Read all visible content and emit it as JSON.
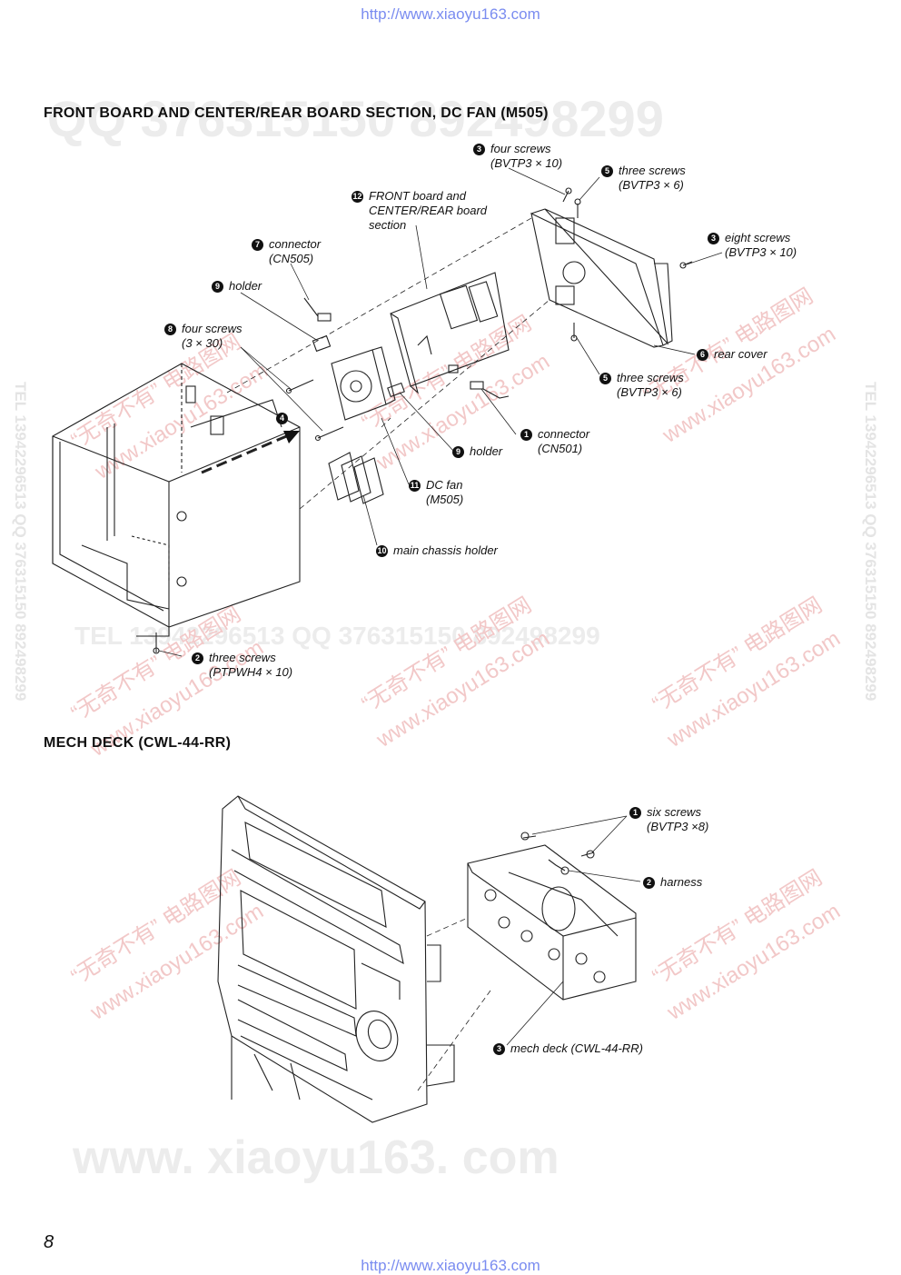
{
  "header_url": "http://www.xiaoyu163.com",
  "footer_url": "http://www.xiaoyu163.com",
  "page_number": "8",
  "sections": {
    "front_board": {
      "title": "FRONT  BOARD  AND  CENTER/REAR  BOARD  SECTION,  DC  FAN (M505)",
      "callouts": {
        "c3a": {
          "num": "3",
          "line1": "four screws",
          "line2": "(BVTP3 × 10)"
        },
        "c5a": {
          "num": "5",
          "line1": "three screws",
          "line2": "(BVTP3 × 6)"
        },
        "c12": {
          "num": "12",
          "line1": "FRONT board and",
          "line2": "CENTER/REAR board",
          "line3": "section"
        },
        "c3b": {
          "num": "3",
          "line1": "eight screws",
          "line2": "(BVTP3 × 10)"
        },
        "c7": {
          "num": "7",
          "line1": "connector",
          "line2": "(CN505)"
        },
        "c9a": {
          "num": "9",
          "line1": "holder"
        },
        "c8": {
          "num": "8",
          "line1": "four screws",
          "line2": "(3 × 30)"
        },
        "c6": {
          "num": "6",
          "line1": "rear cover"
        },
        "c5b": {
          "num": "5",
          "line1": "three screws",
          "line2": "(BVTP3 × 6)"
        },
        "c4": {
          "num": "4"
        },
        "c1": {
          "num": "1",
          "line1": "connector",
          "line2": "(CN501)"
        },
        "c9b": {
          "num": "9",
          "line1": "holder"
        },
        "c11": {
          "num": "11",
          "line1": "DC fan",
          "line2": "(M505)"
        },
        "c10": {
          "num": "10",
          "line1": "main chassis holder"
        },
        "c2": {
          "num": "2",
          "line1": "three screws",
          "line2": "(PTPWH4 × 10)"
        }
      }
    },
    "mech_deck": {
      "title": "MECH  DECK (CWL-44-RR)",
      "callouts": {
        "d1": {
          "num": "1",
          "line1": "six screws",
          "line2": "(BVTP3 ×8)"
        },
        "d2": {
          "num": "2",
          "line1": "harness"
        },
        "d3": {
          "num": "3",
          "line1": "mech deck (CWL-44-RR)"
        }
      }
    }
  },
  "watermarks": {
    "qq": "QQ 376315150   892498299",
    "tel_row": "TEL 13942296513   QQ 376315150   892498299",
    "side": "TEL 13942296513   QQ 376315150   892498299",
    "diag_cn": "“无奇不有” 电路图网",
    "diag_url": "www.xiaoyu163.com",
    "bottom": "www. xiaoyu163. com"
  }
}
